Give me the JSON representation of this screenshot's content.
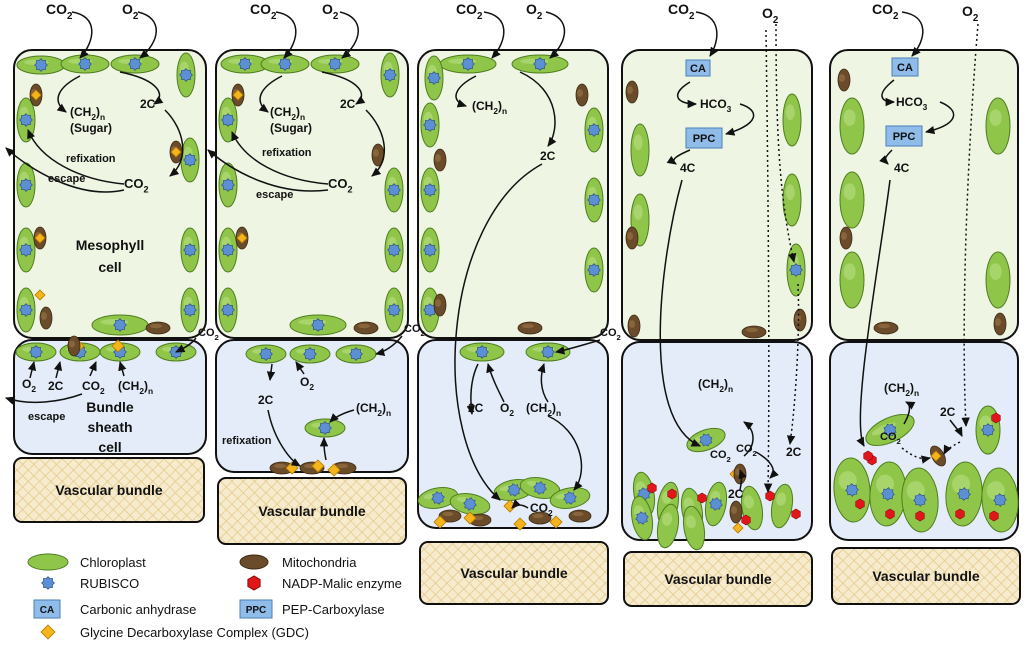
{
  "gases": {
    "co2": "CO",
    "o2": "O",
    "sub2": "2",
    "sub3": "3",
    "subn": "n"
  },
  "labels": {
    "ch2": "(CH",
    "ch2_close": ")",
    "sugar": "(Sugar)",
    "two_c": "2C",
    "four_c": "4C",
    "hco": "HCO",
    "refixation": "refixation",
    "escape": "escape",
    "mesophyll_1": "Mesophyll",
    "mesophyll_2": "cell",
    "bundle_1": "Bundle",
    "bundle_2": "sheath",
    "bundle_3": "cell",
    "vascular_bundle": "Vascular bundle",
    "ca": "CA",
    "ppc": "PPC"
  },
  "legend": {
    "chloroplast": "Chloroplast",
    "rubisco": "RUBISCO",
    "ca": "Carbonic anhydrase",
    "gdc": "Glycine Decarboxylase Complex (GDC)",
    "mitochondria": "Mitochondria",
    "nadp_me": "NADP-Malic enzyme",
    "ppc": "PEP-Carboxylase"
  },
  "colors": {
    "mesophyll_fill": "#eef5e2",
    "bundle_fill": "#e3ecf8",
    "chloroplast": "#8fc64a",
    "rubisco": "#5d8fd4",
    "gdc": "#f4b41a",
    "mitochondria": "#6b4c2a",
    "nadp": "#e0161b",
    "enzyme_box": "#8fbce8",
    "vascular": "#f6ebcc"
  }
}
